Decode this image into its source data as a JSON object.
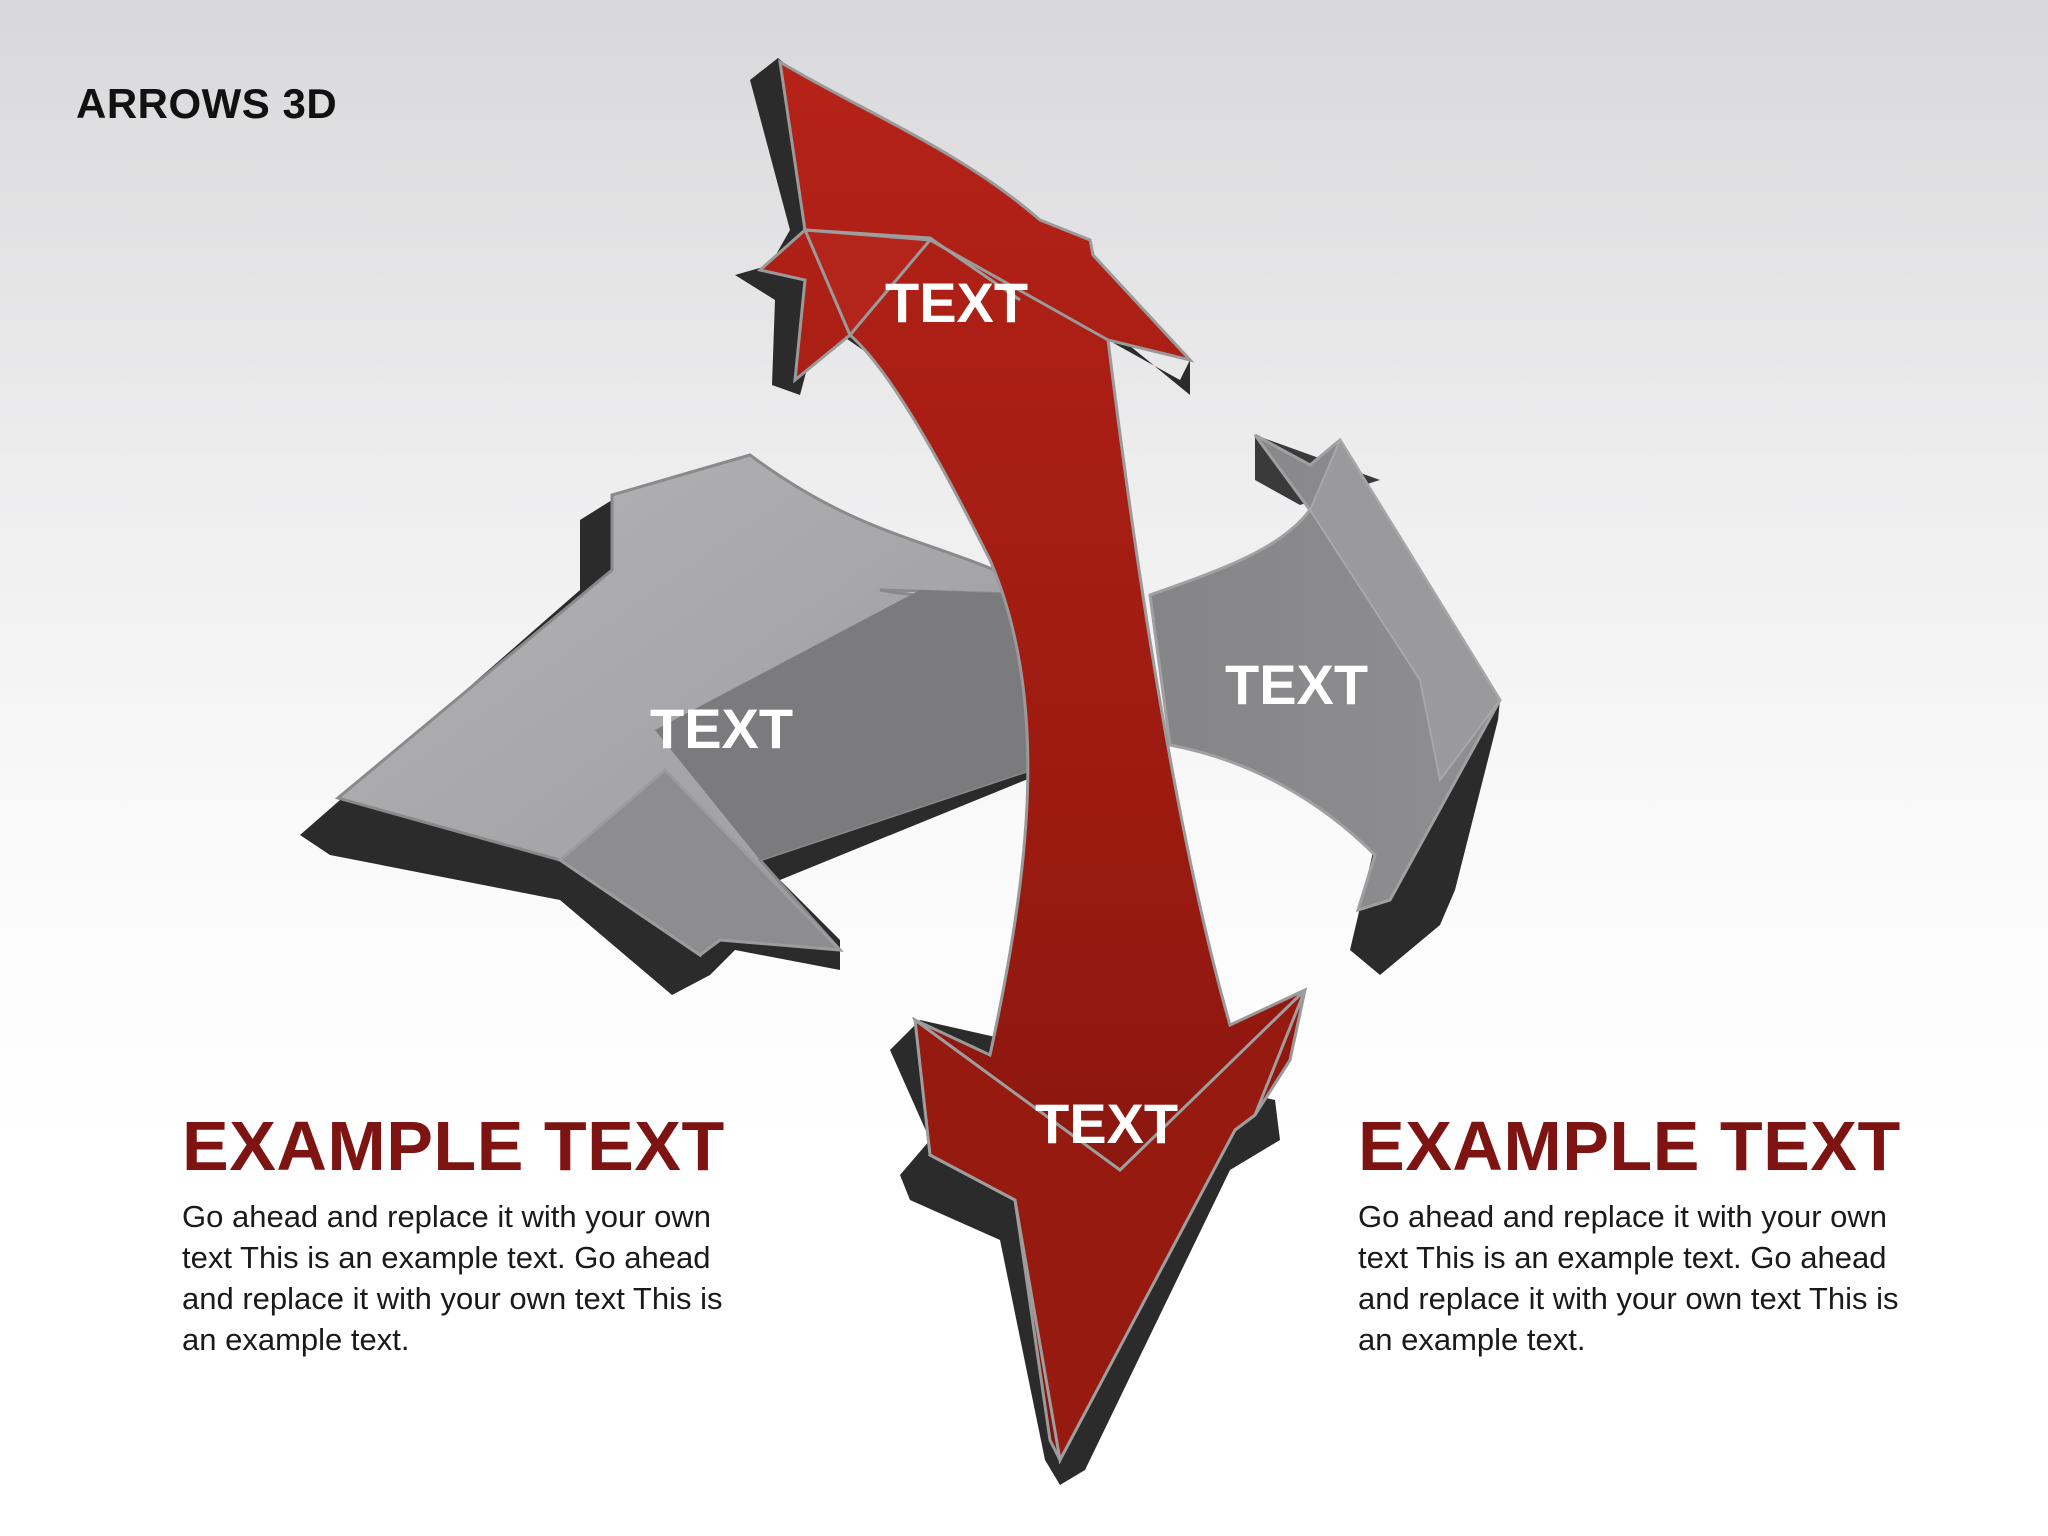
{
  "title": "ARROWS 3D",
  "arrows": {
    "up_label": "TEXT",
    "left_label": "TEXT",
    "right_label": "TEXT",
    "down_label": "TEXT"
  },
  "colors": {
    "red_arrow": "#a81c14",
    "gray_arrow_light": "#a9a9ab",
    "gray_arrow_dark": "#7e7e80",
    "shadow": "#2a2a2a",
    "heading": "#7e1412"
  },
  "blocks": {
    "left": {
      "heading": "EXAMPLE TEXT",
      "body": "Go ahead and replace it with your own text This is an example text. Go ahead and replace it with your own text This is an example text."
    },
    "right": {
      "heading": "EXAMPLE TEXT",
      "body": "Go ahead and replace it with your own text This is an example text. Go ahead and replace it with your own text This is an example text."
    }
  }
}
